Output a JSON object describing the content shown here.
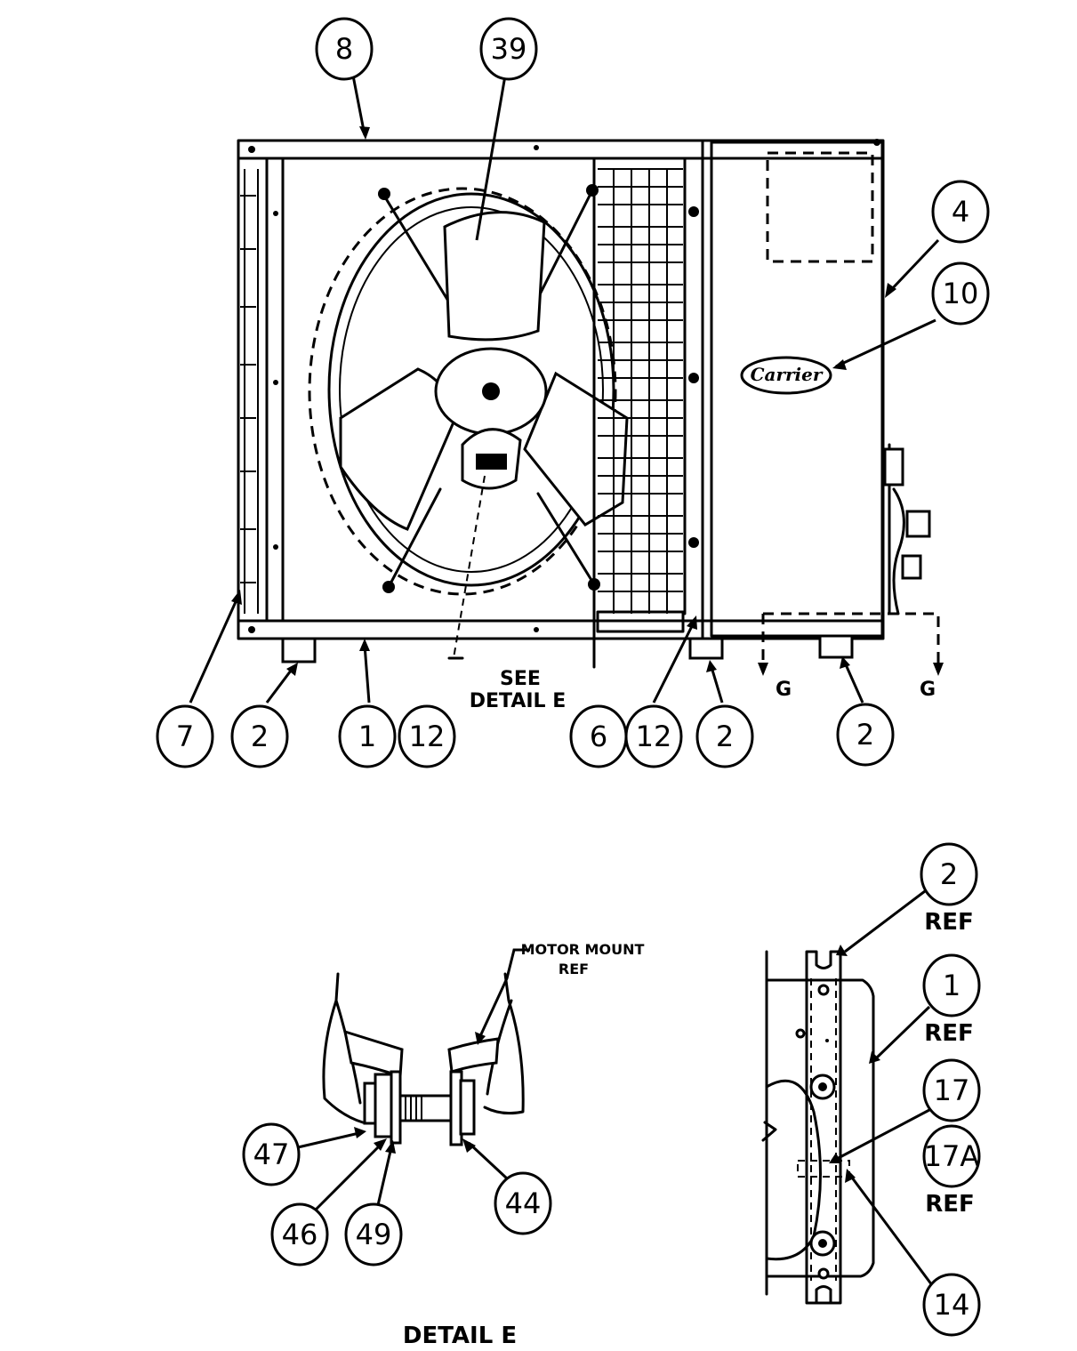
{
  "callouts": {
    "top": [
      "8",
      "39",
      "4",
      "10"
    ],
    "bottom": [
      "7",
      "2",
      "1",
      "12",
      "6",
      "12",
      "2",
      "2"
    ],
    "detail_e": [
      "47",
      "46",
      "49",
      "44"
    ],
    "side_view": [
      "2",
      "1",
      "17",
      "17A",
      "14"
    ]
  },
  "labels": {
    "see_detail_line1": "SEE",
    "see_detail_line2": "DETAIL E",
    "section_g_left": "G",
    "section_g_right": "G",
    "motor_mount_line1": "MOTOR MOUNT",
    "motor_mount_line2": "REF",
    "detail_title": "DETAIL E",
    "ref_2": "REF",
    "ref_1": "REF",
    "ref_17a": "REF",
    "brand_logo": "Carrier"
  }
}
